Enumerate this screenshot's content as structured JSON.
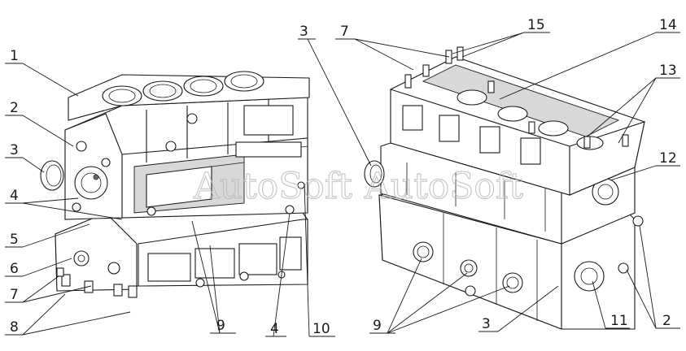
{
  "watermark": "AutoSoft",
  "callouts_left": [
    {
      "id": "l1",
      "label": "1"
    },
    {
      "id": "l2",
      "label": "2"
    },
    {
      "id": "l3",
      "label": "3"
    },
    {
      "id": "l4",
      "label": "4"
    },
    {
      "id": "l5",
      "label": "5"
    },
    {
      "id": "l6",
      "label": "6"
    },
    {
      "id": "l7",
      "label": "7"
    },
    {
      "id": "l8",
      "label": "8"
    },
    {
      "id": "l9",
      "label": "9"
    },
    {
      "id": "l4b",
      "label": "4"
    },
    {
      "id": "l10",
      "label": "10"
    }
  ],
  "callouts_right": [
    {
      "id": "r3",
      "label": "3"
    },
    {
      "id": "r7",
      "label": "7"
    },
    {
      "id": "r15",
      "label": "15"
    },
    {
      "id": "r14",
      "label": "14"
    },
    {
      "id": "r13",
      "label": "13"
    },
    {
      "id": "r12",
      "label": "12"
    },
    {
      "id": "r2",
      "label": "2"
    },
    {
      "id": "r11",
      "label": "11"
    },
    {
      "id": "r3b",
      "label": "3"
    },
    {
      "id": "r9",
      "label": "9"
    }
  ]
}
